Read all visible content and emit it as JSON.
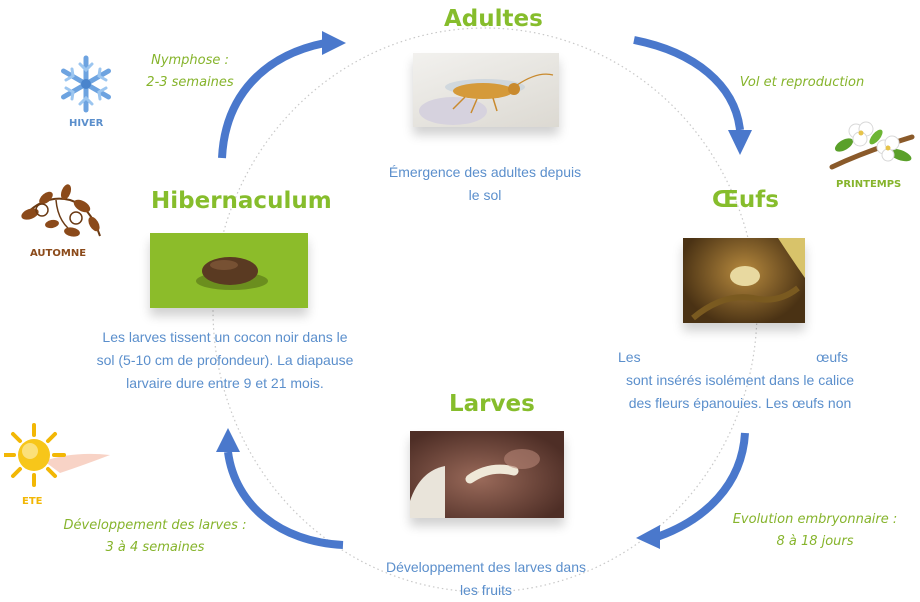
{
  "stages": {
    "adultes": {
      "title": "Adultes",
      "desc": [
        "Émergence des adultes depuis",
        "le sol"
      ]
    },
    "oeufs": {
      "title": "Œufs",
      "desc": [
        "Les",
        "œufs",
        "sont insérés isolément dans le calice",
        "des fleurs épanouies. Les œufs non"
      ]
    },
    "larves": {
      "title": "Larves",
      "desc": [
        "Développement des larves dans",
        "les fruits"
      ]
    },
    "hibernaculum": {
      "title": "Hibernaculum",
      "desc": [
        "Les larves tissent un cocon noir dans le",
        "sol (5-10 cm de profondeur). La diapause",
        "larvaire dure entre 9 et 21 mois."
      ]
    }
  },
  "transitions": {
    "nymphose": [
      "Nymphose :",
      "2-3 semaines"
    ],
    "vol": [
      "Vol et reproduction"
    ],
    "evolution": [
      "Evolution embryonnaire :",
      "8 à 18 jours"
    ],
    "developpement": [
      "Développement des larves :",
      "3 à 4 semaines"
    ]
  },
  "seasons": {
    "hiver": {
      "label": "HIVER",
      "icon": "snowflake-icon",
      "color": "#5b8fcc"
    },
    "printemps": {
      "label": "PRINTEMPS",
      "icon": "blossom-branch-icon",
      "color": "#86b42c"
    },
    "ete": {
      "label": "ETE",
      "icon": "sun-icon",
      "color": "#f2b705"
    },
    "automne": {
      "label": "AUTOMNE",
      "icon": "autumn-leaves-icon",
      "color": "#8b4a1a"
    }
  },
  "colors": {
    "title": "#86bd2c",
    "desc": "#5b8fcc",
    "arrow": "#4a78cc",
    "note": "#86b42c"
  }
}
